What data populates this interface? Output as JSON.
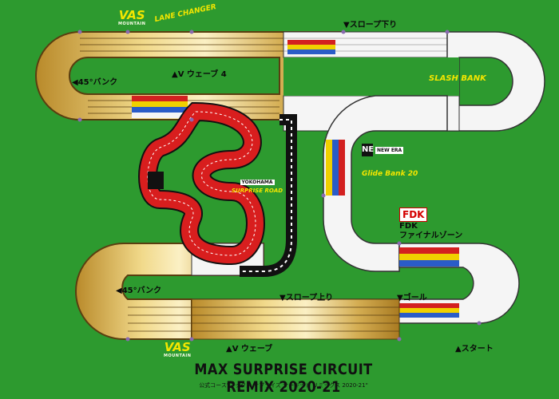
{
  "title": "MAX SURPRISE CIRCUIT REMIX 2020-21",
  "subtitle": "公式コース\"マックス サプライズ サーキット リミックス 2020-21\"",
  "labels": {
    "slope_down": "▼スロープ下り",
    "bank_45_top": "◀45°バンク",
    "v_wave_4": "▲V ウェーブ 4",
    "slash_bank": "SLASH BANK",
    "glide_bank": "Glide Bank 20",
    "fdk_short": "FDK",
    "fdk_zone": "ファイナルゾーン",
    "bank_45_bottom": "◀45°バンク",
    "slope_up": "▼スロープ上り",
    "goal": "▼ゴール",
    "v_wave": "▲V ウェーブ",
    "start": "▲スタート",
    "surprise_road": "SURPRISE ROAD"
  },
  "logos": {
    "vas": "VAS",
    "vas_sub": "MOUNTAIN",
    "lane_changer": "LANE CHANGER",
    "fdk": "FDK",
    "new_era_mark": "NE",
    "new_era": "NEW ERA",
    "yokohama": "YOKOHAMA"
  },
  "colors": {
    "field": "#2d9a2f",
    "lane_red": "#d32020",
    "lane_yellow": "#f0d000",
    "lane_blue": "#2a5cc8",
    "gold": "#e8c96a"
  }
}
